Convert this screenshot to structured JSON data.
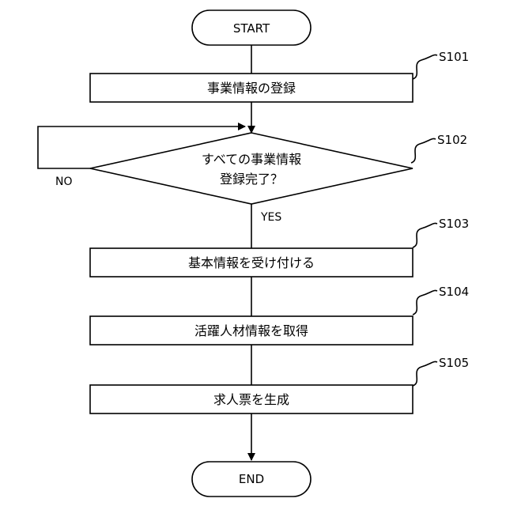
{
  "flowchart": {
    "start": "START",
    "end": "END",
    "steps": [
      {
        "id": "S101",
        "label": "事業情報の登録"
      },
      {
        "id": "S102",
        "label_line1": "すべての事業情報",
        "label_line2": "登録完了？"
      },
      {
        "id": "S103",
        "label": "基本情報を受け付ける"
      },
      {
        "id": "S104",
        "label": "活躍人材情報を取得"
      },
      {
        "id": "S105",
        "label": "求人票を生成"
      }
    ],
    "branch_yes": "YES",
    "branch_no": "NO"
  }
}
